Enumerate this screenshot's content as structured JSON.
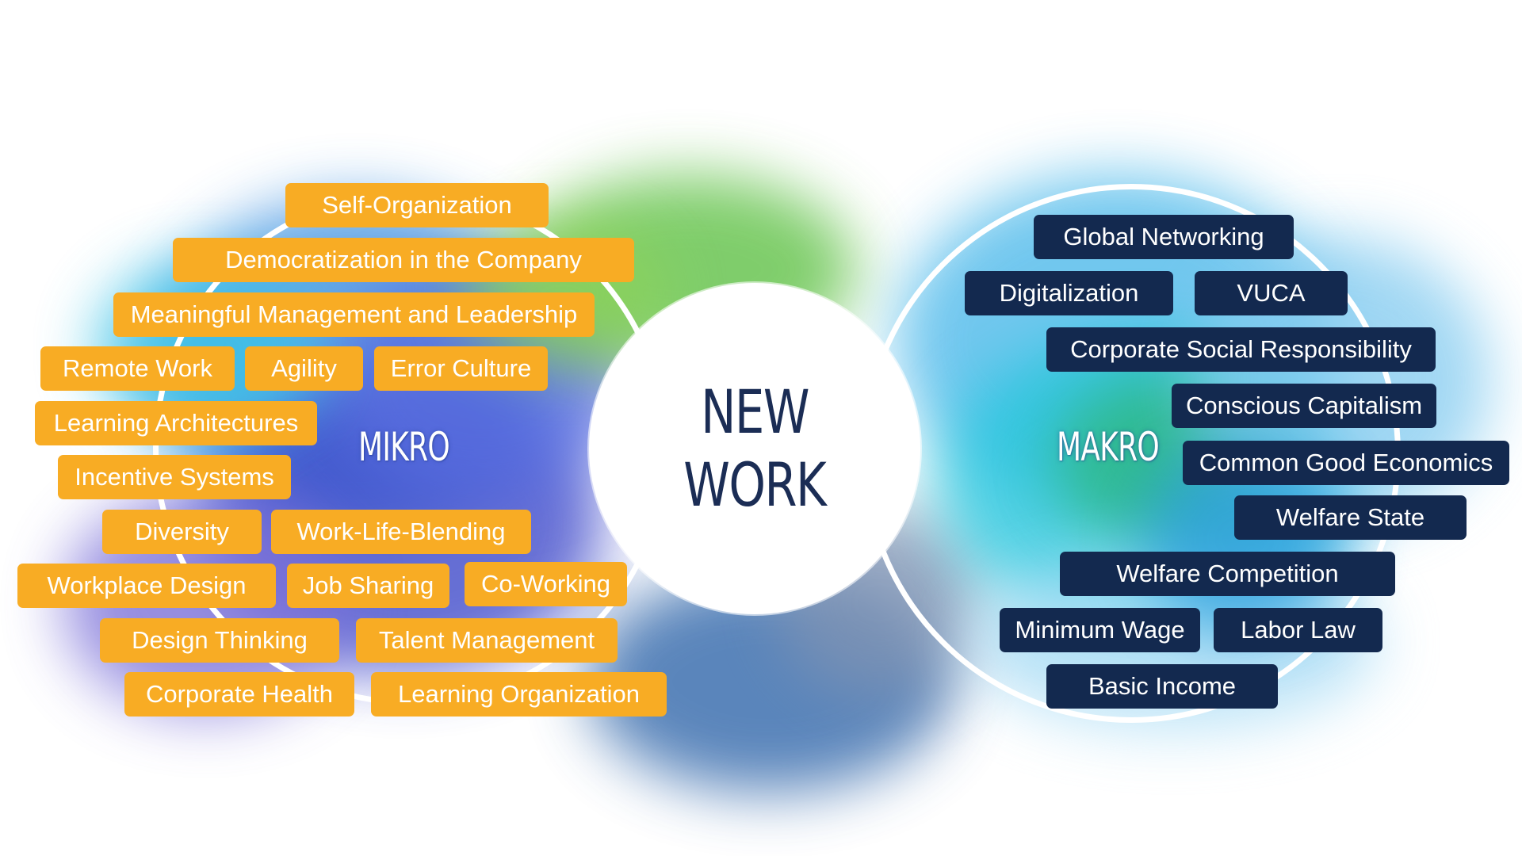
{
  "center": {
    "line1": "NEW",
    "line2": "WORK"
  },
  "zones": {
    "left_label": "MIKRO",
    "right_label": "MAKRO"
  },
  "colors": {
    "micro_tag_bg": "#f8ac24",
    "macro_tag_bg": "#13294f",
    "center_text": "#1b2d55"
  },
  "micro_tags": [
    "Self-Organization",
    "Democratization in the Company",
    "Meaningful Management and Leadership",
    "Remote Work",
    "Agility",
    "Error Culture",
    "Learning Architectures",
    "Incentive Systems",
    "Diversity",
    "Work-Life-Blending",
    "Workplace Design",
    "Job Sharing",
    "Co-Working",
    "Design Thinking",
    "Talent Management",
    "Corporate Health",
    "Learning Organization"
  ],
  "macro_tags": [
    "Global Networking",
    "Digitalization",
    "VUCA",
    "Corporate Social Responsibility",
    "Conscious Capitalism",
    "Common Good Economics",
    "Welfare State",
    "Welfare Competition",
    "Minimum Wage",
    "Labor Law",
    "Basic Income"
  ]
}
